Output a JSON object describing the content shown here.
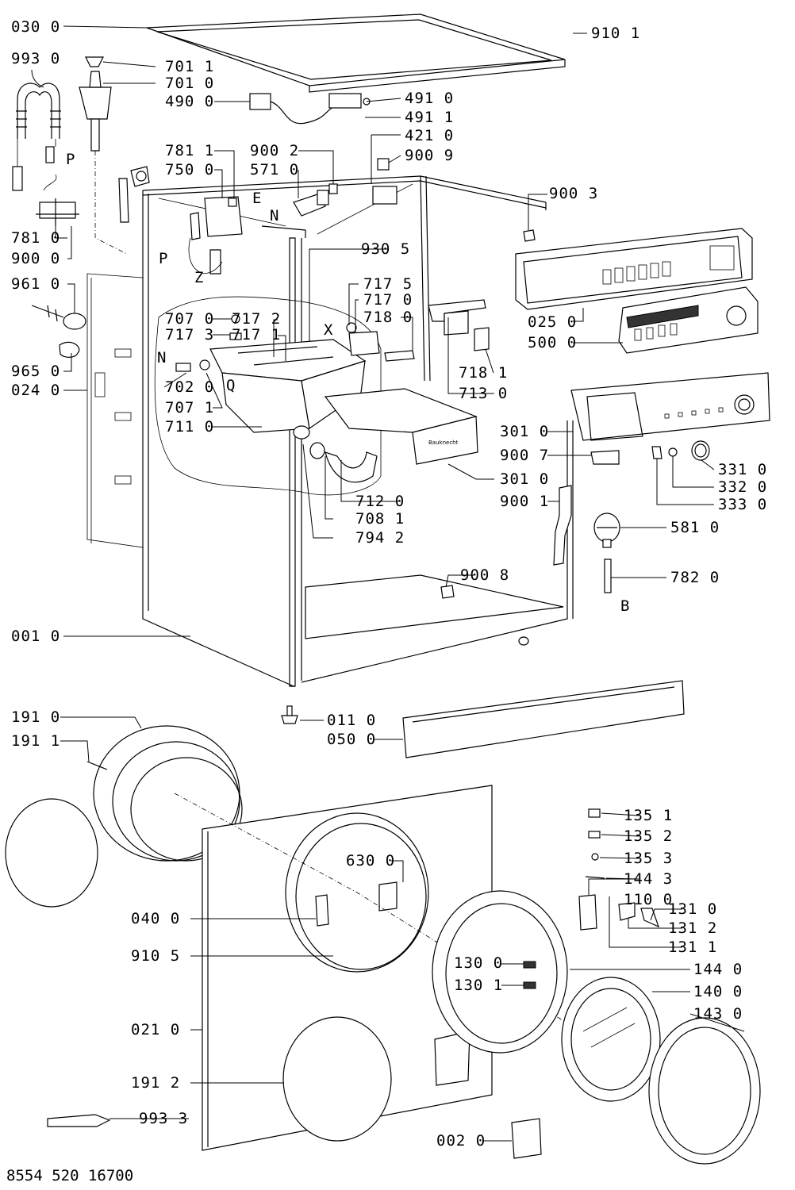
{
  "drawing_number": "8554 520 16700",
  "callouts": [
    {
      "id": "c-030-0",
      "text": "030 0"
    },
    {
      "id": "c-910-1",
      "text": "910 1"
    },
    {
      "id": "c-993-0",
      "text": "993 0"
    },
    {
      "id": "c-701-1",
      "text": "701 1"
    },
    {
      "id": "c-701-0",
      "text": "701 0"
    },
    {
      "id": "c-490-0",
      "text": "490 0"
    },
    {
      "id": "c-491-0",
      "text": "491 0"
    },
    {
      "id": "c-491-1",
      "text": "491 1"
    },
    {
      "id": "c-421-0",
      "text": "421 0"
    },
    {
      "id": "c-781-1",
      "text": "781 1"
    },
    {
      "id": "c-900-2",
      "text": "900 2"
    },
    {
      "id": "c-900-9",
      "text": "900 9"
    },
    {
      "id": "c-750-0",
      "text": "750 0"
    },
    {
      "id": "c-571-0",
      "text": "571 0"
    },
    {
      "id": "c-900-3",
      "text": "900 3"
    },
    {
      "id": "c-781-0",
      "text": "781 0"
    },
    {
      "id": "c-900-0",
      "text": "900 0"
    },
    {
      "id": "c-930-5",
      "text": "930 5"
    },
    {
      "id": "c-961-0",
      "text": "961 0"
    },
    {
      "id": "c-717-5",
      "text": "717 5"
    },
    {
      "id": "c-717-0",
      "text": "717 0"
    },
    {
      "id": "c-707-0",
      "text": "707 0"
    },
    {
      "id": "c-717-2",
      "text": "717 2"
    },
    {
      "id": "c-718-0",
      "text": "718 0"
    },
    {
      "id": "c-025-0",
      "text": "025 0"
    },
    {
      "id": "c-717-3",
      "text": "717 3"
    },
    {
      "id": "c-717-1",
      "text": "717 1"
    },
    {
      "id": "c-500-0",
      "text": "500 0"
    },
    {
      "id": "c-718-1",
      "text": "718 1"
    },
    {
      "id": "c-965-0",
      "text": "965 0"
    },
    {
      "id": "c-702-0",
      "text": "702 0"
    },
    {
      "id": "c-713-0",
      "text": "713 0"
    },
    {
      "id": "c-024-0",
      "text": "024 0"
    },
    {
      "id": "c-707-1",
      "text": "707 1"
    },
    {
      "id": "c-711-0",
      "text": "711 0"
    },
    {
      "id": "c-301-0a",
      "text": "301 0"
    },
    {
      "id": "c-900-7",
      "text": "900 7"
    },
    {
      "id": "c-331-0",
      "text": "331 0"
    },
    {
      "id": "c-301-0b",
      "text": "301 0"
    },
    {
      "id": "c-332-0",
      "text": "332 0"
    },
    {
      "id": "c-712-0",
      "text": "712 0"
    },
    {
      "id": "c-900-1",
      "text": "900 1"
    },
    {
      "id": "c-333-0",
      "text": "333 0"
    },
    {
      "id": "c-708-1",
      "text": "708 1"
    },
    {
      "id": "c-581-0",
      "text": "581 0"
    },
    {
      "id": "c-794-2",
      "text": "794 2"
    },
    {
      "id": "c-900-8",
      "text": "900 8"
    },
    {
      "id": "c-782-0",
      "text": "782 0"
    },
    {
      "id": "c-001-0",
      "text": "001 0"
    },
    {
      "id": "c-191-0",
      "text": "191 0"
    },
    {
      "id": "c-011-0",
      "text": "011 0"
    },
    {
      "id": "c-191-1",
      "text": "191 1"
    },
    {
      "id": "c-050-0",
      "text": "050 0"
    },
    {
      "id": "c-135-1",
      "text": "135 1"
    },
    {
      "id": "c-135-2",
      "text": "135 2"
    },
    {
      "id": "c-135-3",
      "text": "135 3"
    },
    {
      "id": "c-144-3",
      "text": "144 3"
    },
    {
      "id": "c-630-0",
      "text": "630 0"
    },
    {
      "id": "c-110-0",
      "text": "110 0"
    },
    {
      "id": "c-040-0",
      "text": "040 0"
    },
    {
      "id": "c-131-0",
      "text": "131 0"
    },
    {
      "id": "c-131-2",
      "text": "131 2"
    },
    {
      "id": "c-131-1",
      "text": "131 1"
    },
    {
      "id": "c-910-5",
      "text": "910 5"
    },
    {
      "id": "c-130-0",
      "text": "130 0"
    },
    {
      "id": "c-144-0",
      "text": "144 0"
    },
    {
      "id": "c-130-1",
      "text": "130 1"
    },
    {
      "id": "c-140-0",
      "text": "140 0"
    },
    {
      "id": "c-021-0",
      "text": "021 0"
    },
    {
      "id": "c-143-0",
      "text": "143 0"
    },
    {
      "id": "c-191-2",
      "text": "191 2"
    },
    {
      "id": "c-993-3",
      "text": "993 3"
    },
    {
      "id": "c-002-0",
      "text": "002 0"
    }
  ],
  "reference_letters": [
    {
      "id": "l-p1",
      "text": "P"
    },
    {
      "id": "l-e",
      "text": "E"
    },
    {
      "id": "l-n1",
      "text": "N"
    },
    {
      "id": "l-p2",
      "text": "P"
    },
    {
      "id": "l-z",
      "text": "Z"
    },
    {
      "id": "l-x",
      "text": "X"
    },
    {
      "id": "l-n2",
      "text": "N"
    },
    {
      "id": "l-q",
      "text": "Q"
    },
    {
      "id": "l-b",
      "text": "B"
    }
  ],
  "dispenser_brand": "Bauknecht"
}
